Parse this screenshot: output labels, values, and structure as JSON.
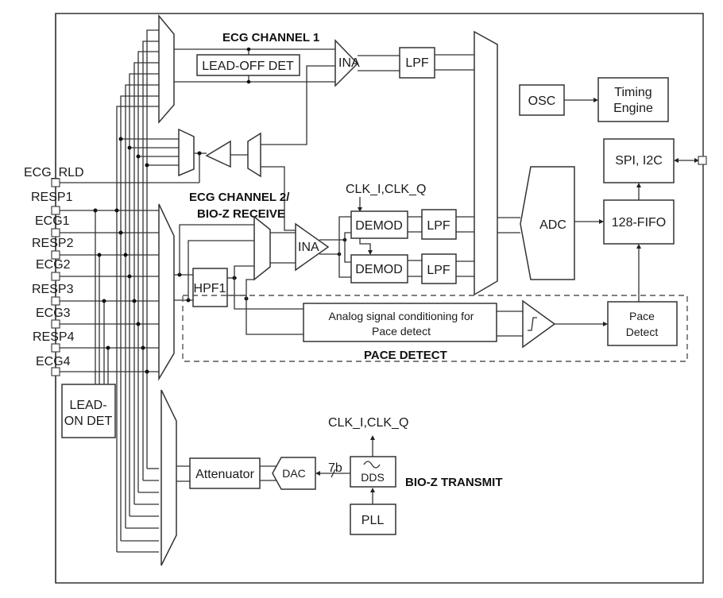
{
  "diagram": {
    "sections": {
      "ecg_channel_1": "ECG CHANNEL 1",
      "ecg_channel_2_line1": "ECG CHANNEL 2/",
      "ecg_channel_2_line2": "BIO-Z RECEIVE",
      "pace_detect": "PACE DETECT",
      "bioz_transmit": "BIO-Z TRANSMIT"
    },
    "pins": [
      {
        "id": "ecg-rld",
        "label": "ECG_RLD"
      },
      {
        "id": "resp1",
        "label": "RESP1"
      },
      {
        "id": "ecg1",
        "label": "ECG1"
      },
      {
        "id": "resp2",
        "label": "RESP2"
      },
      {
        "id": "ecg2",
        "label": "ECG2"
      },
      {
        "id": "resp3",
        "label": "RESP3"
      },
      {
        "id": "ecg3",
        "label": "ECG3"
      },
      {
        "id": "resp4",
        "label": "RESP4"
      },
      {
        "id": "ecg4",
        "label": "ECG4"
      }
    ],
    "blocks": {
      "lead_off_det": "LEAD-OFF DET",
      "ina1": "INA",
      "lpf1": "LPF",
      "osc": "OSC",
      "timing_line1": "Timing",
      "timing_line2": "Engine",
      "spi_i2c": "SPI, I2C",
      "clk_label_rx": "CLK_I,CLK_Q",
      "demod_i": "DEMOD",
      "demod_q": "DEMOD",
      "lpf_i": "LPF",
      "lpf_q": "LPF",
      "adc": "ADC",
      "fifo": "128-FIFO",
      "ina2": "INA",
      "hpf1": "HPF1",
      "analog_line1": "Analog signal conditioning for",
      "analog_line2": "Pace detect",
      "pace_line1": "Pace",
      "pace_line2": "Detect",
      "lead_on_line1": "LEAD-",
      "lead_on_line2": "ON DET",
      "attenuator": "Attenuator",
      "dac": "DAC",
      "bus_width": "7b",
      "dds": "DDS",
      "clk_label_tx": "CLK_I,CLK_Q",
      "pll": "PLL"
    }
  }
}
